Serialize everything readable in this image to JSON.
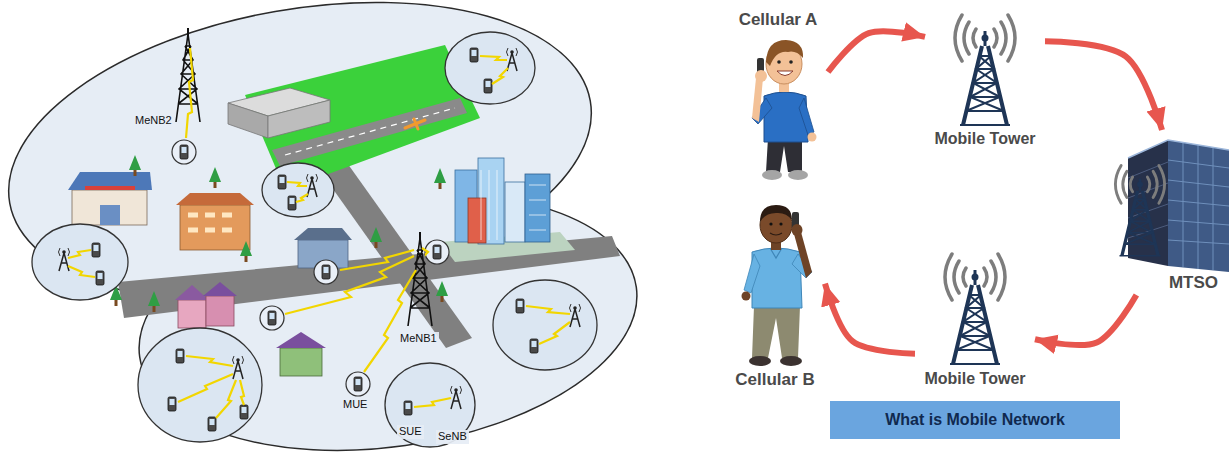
{
  "diagram": {
    "caption": "What is Mobile Network",
    "nodes": [
      {
        "text": [
          "Cellular A"
        ]
      },
      {
        "text": [
          "Mobile Tower"
        ]
      },
      {
        "text": [
          "MTSO"
        ]
      },
      {
        "text": [
          "Cellular B"
        ]
      },
      {
        "text": [
          "Mobile Tower"
        ]
      }
    ],
    "edges": [
      {
        "from": 0,
        "to": 1,
        "arrow": "to"
      },
      {
        "from": 1,
        "to": 2,
        "arrow": "to"
      },
      {
        "from": 2,
        "to": 4,
        "arrow": "to"
      },
      {
        "from": 4,
        "to": 3,
        "arrow": "to"
      }
    ],
    "labels": [
      "MeNB2",
      "MeNB1",
      "MUE",
      "SUE",
      "SeNB"
    ]
  }
}
